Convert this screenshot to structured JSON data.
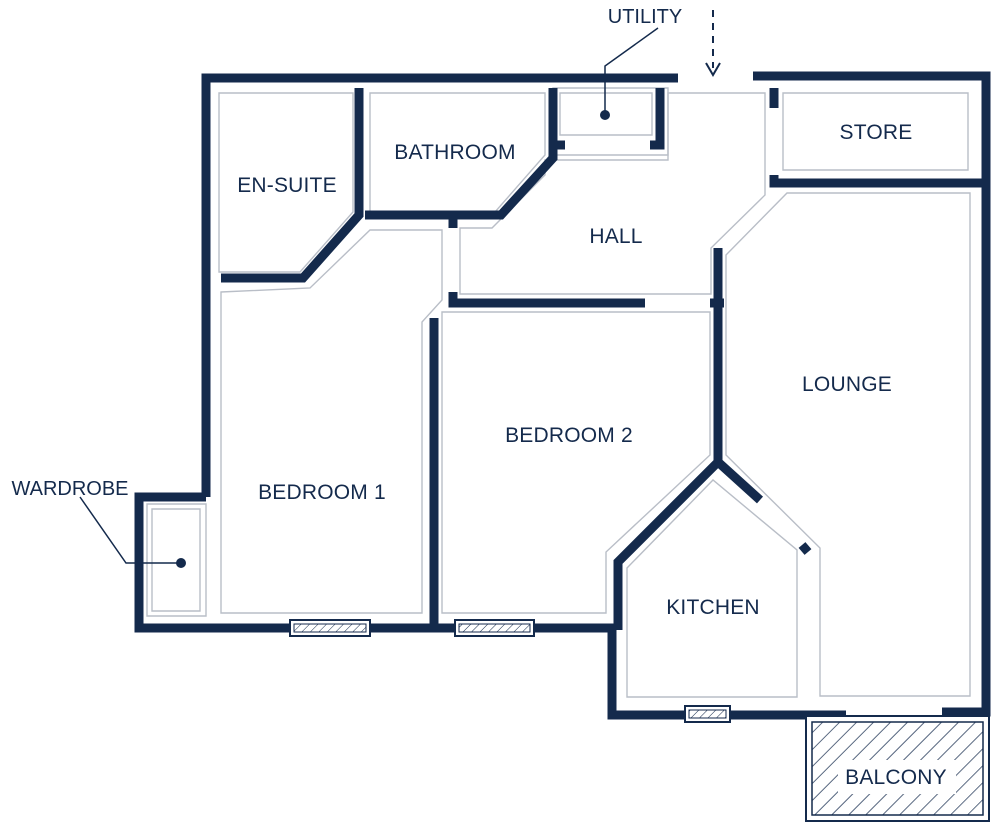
{
  "rooms": {
    "utility": "UTILITY",
    "store": "STORE",
    "bathroom": "BATHROOM",
    "en_suite": "EN-SUITE",
    "hall": "HALL",
    "lounge": "LOUNGE",
    "bedroom_2": "BEDROOM 2",
    "wardrobe": "WARDROBE",
    "bedroom_1": "BEDROOM 1",
    "kitchen": "KITCHEN",
    "balcony": "BALCONY"
  },
  "colors": {
    "wall": "#142a4c",
    "inner_line": "#b9bec7",
    "background": "#ffffff"
  },
  "icons": {
    "entrance": "dashed-arrow-down-icon",
    "callout_dot": "dot-icon"
  }
}
